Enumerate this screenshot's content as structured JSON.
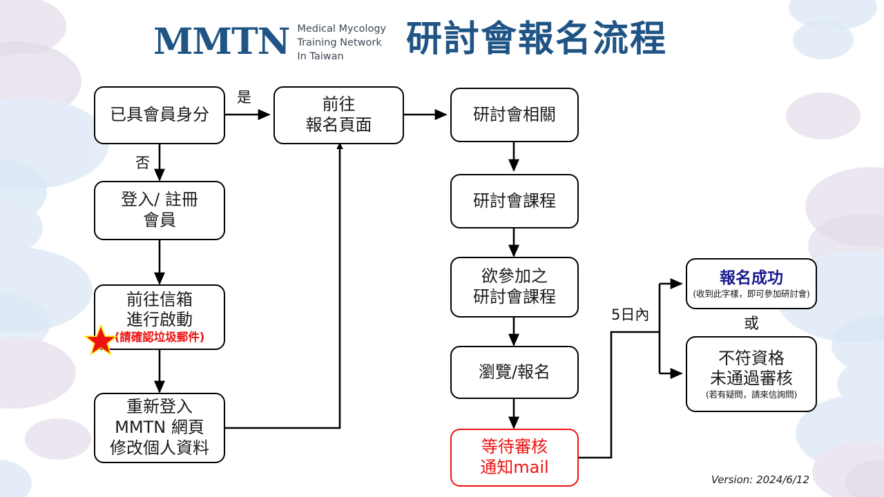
{
  "header": {
    "logo_mark": "MMTN",
    "logo_subtitle_lines": [
      "Medical Mycology",
      "Training Network",
      "In Taiwan"
    ],
    "title": "研討會報名流程",
    "brand_color": "#1F5485"
  },
  "version": {
    "label": "Version: 2024/6/12"
  },
  "colors": {
    "brand_blue": "#1F5485",
    "success_navy": "#1a1a8c",
    "alert_red": "#ee1111",
    "node_border": "#000000",
    "decor_blue": "#cfe0f2",
    "decor_lavender": "#ddd2e4"
  },
  "nodes": {
    "member_check": {
      "lines": [
        "已具會員身分"
      ]
    },
    "register": {
      "lines": [
        "登入/ 註冊",
        "會員"
      ]
    },
    "activate_mail": {
      "lines": [
        "前往信箱",
        "進行啟動"
      ],
      "note": "(請確認垃圾郵件)"
    },
    "relogin": {
      "lines": [
        "重新登入",
        "MMTN 網頁",
        "修改個人資料"
      ]
    },
    "signup_page": {
      "lines": [
        "前往",
        "報名頁面"
      ]
    },
    "seminar_related": {
      "lines": [
        "研討會相關"
      ]
    },
    "seminar_course": {
      "lines": [
        "研討會課程"
      ]
    },
    "desired_course": {
      "lines": [
        "欲參加之",
        "研討會課程"
      ]
    },
    "browse_signup": {
      "lines": [
        "瀏覽/報名"
      ]
    },
    "await_review": {
      "lines": [
        "等待審核",
        "通知mail"
      ]
    },
    "success": {
      "title": "報名成功",
      "note": "(收到此字樣，即可參加研討會)"
    },
    "rejected": {
      "lines": [
        "不符資格",
        "未通過審核"
      ],
      "note": "(若有疑問，請來信詢問)"
    }
  },
  "edge_labels": {
    "yes": "是",
    "no": "否",
    "within_five_days": "5日內",
    "or": "或"
  }
}
